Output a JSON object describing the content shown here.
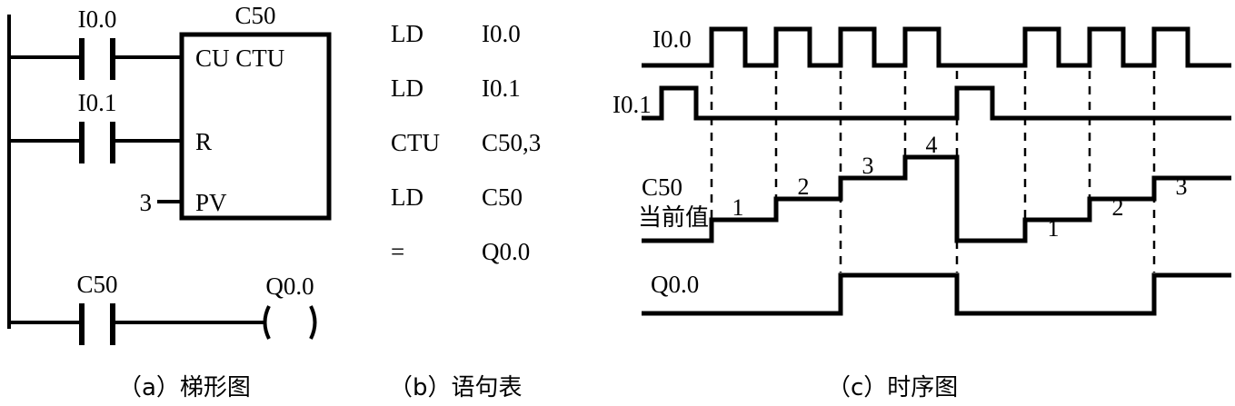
{
  "figure": {
    "panels": [
      {
        "id": "a",
        "caption": "（a）梯形图"
      },
      {
        "id": "b",
        "caption": "（b）语句表"
      },
      {
        "id": "c",
        "caption": "（c）时序图"
      }
    ]
  },
  "ladder": {
    "rung1": {
      "contact_label": "I0.0",
      "contact_type": "normally-open"
    },
    "rung2": {
      "contact_label": "I0.1",
      "contact_type": "normally-open"
    },
    "counter_box": {
      "name": "C50",
      "inputs": [
        {
          "pin": "CU",
          "type_label": "CTU"
        },
        {
          "pin": "R",
          "type_label": ""
        },
        {
          "pin": "PV",
          "type_label": ""
        }
      ],
      "cu_text": "CU  CTU",
      "r_text": "R",
      "pv_text": "PV",
      "preset_value": "3"
    },
    "rung3": {
      "contact_label": "C50",
      "coil_label": "Q0.0",
      "coil_left": "(",
      "coil_right": ")"
    }
  },
  "statement_list": {
    "rows": [
      {
        "instruction": "LD",
        "operand": "I0.0"
      },
      {
        "instruction": "LD",
        "operand": "I0.1"
      },
      {
        "instruction": "CTU",
        "operand": "C50,3"
      },
      {
        "instruction": "LD",
        "operand": "C50"
      },
      {
        "instruction": "=",
        "operand": "Q0.0"
      }
    ]
  },
  "timing": {
    "signal_labels": {
      "i00": "I0.0",
      "i01": "I0.1",
      "c50_line1": "C50",
      "c50_line2": "当前值",
      "q00": "Q0.0"
    },
    "step_values": [
      "1",
      "2",
      "3",
      "4",
      "1",
      "2",
      "3"
    ]
  },
  "chart_data": {
    "type": "line",
    "title": "（c）时序图",
    "xlabel": "",
    "ylabel": "",
    "x_range": [
      690,
      1359
    ],
    "grid": false,
    "legend": "none",
    "annotations": {
      "dashed_guides_x": [
        783,
        854,
        925,
        996,
        1053,
        1128,
        1199,
        1270
      ]
    },
    "series": [
      {
        "name": "I0.0",
        "type": "digital",
        "baseline_y": 72,
        "high_y": 32,
        "pulses": [
          {
            "rise": 783,
            "fall": 820
          },
          {
            "rise": 854,
            "fall": 891
          },
          {
            "rise": 925,
            "fall": 962
          },
          {
            "rise": 996,
            "fall": 1033
          },
          {
            "rise": 1128,
            "fall": 1165
          },
          {
            "rise": 1199,
            "fall": 1236
          },
          {
            "rise": 1270,
            "fall": 1307
          }
        ]
      },
      {
        "name": "I0.1",
        "type": "digital",
        "baseline_y": 130,
        "high_y": 97,
        "pulses": [
          {
            "rise": 728,
            "fall": 766
          },
          {
            "rise": 1053,
            "fall": 1092
          }
        ]
      },
      {
        "name": "C50 当前值",
        "type": "staircase",
        "zero_y": 265,
        "step_height": 23,
        "steps": [
          {
            "x": 783,
            "value": 1
          },
          {
            "x": 854,
            "value": 2
          },
          {
            "x": 925,
            "value": 3
          },
          {
            "x": 996,
            "value": 4
          },
          {
            "x": 1053,
            "value": 0
          },
          {
            "x": 1128,
            "value": 1
          },
          {
            "x": 1199,
            "value": 2
          },
          {
            "x": 1270,
            "value": 3
          }
        ]
      },
      {
        "name": "Q0.0",
        "type": "digital",
        "baseline_y": 345,
        "high_y": 303,
        "pulses": [
          {
            "rise": 925,
            "fall": 1053
          },
          {
            "rise": 1270,
            "fall": 1359
          }
        ]
      }
    ]
  }
}
